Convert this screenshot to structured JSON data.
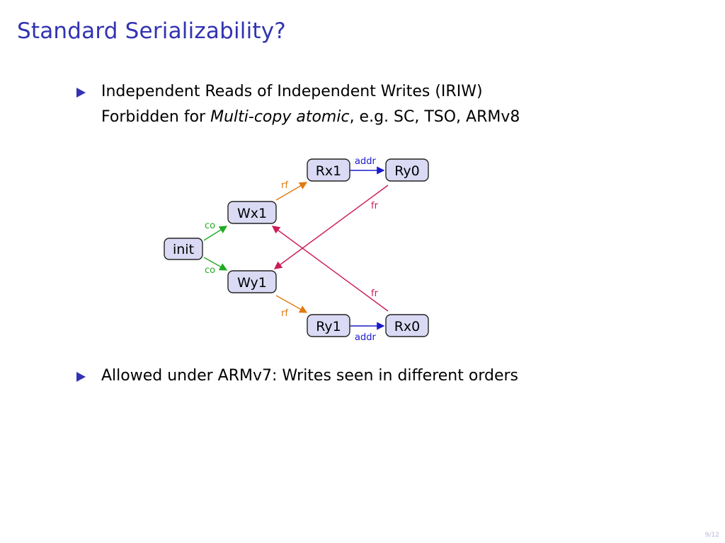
{
  "title": "Standard Serializability?",
  "bullets": {
    "b1_line1": "Independent Reads of Independent Writes (IRIW)",
    "b1_line2_pre": "Forbidden for ",
    "b1_line2_em": "Multi-copy atomic",
    "b1_line2_post": ", e.g. SC, TSO, ARMv8",
    "b2": "Allowed under ARMv7: Writes seen in different orders"
  },
  "diagram": {
    "nodes": {
      "init": "init",
      "wx1": "Wx1",
      "wy1": "Wy1",
      "rx1": "Rx1",
      "ry0": "Ry0",
      "ry1": "Ry1",
      "rx0": "Rx0"
    },
    "edges": {
      "co_top": "co",
      "co_bottom": "co",
      "rf_top": "rf",
      "rf_bottom": "rf",
      "addr_top": "addr",
      "addr_bottom": "addr",
      "fr_top": "fr",
      "fr_bottom": "fr"
    },
    "colors": {
      "co": "#22aa22",
      "rf": "#e07a10",
      "addr": "#1a1acc",
      "fr": "#cc1a55",
      "node_fill": "#dadaf5",
      "accent": "#3333b2"
    }
  },
  "page_number": "9/12"
}
